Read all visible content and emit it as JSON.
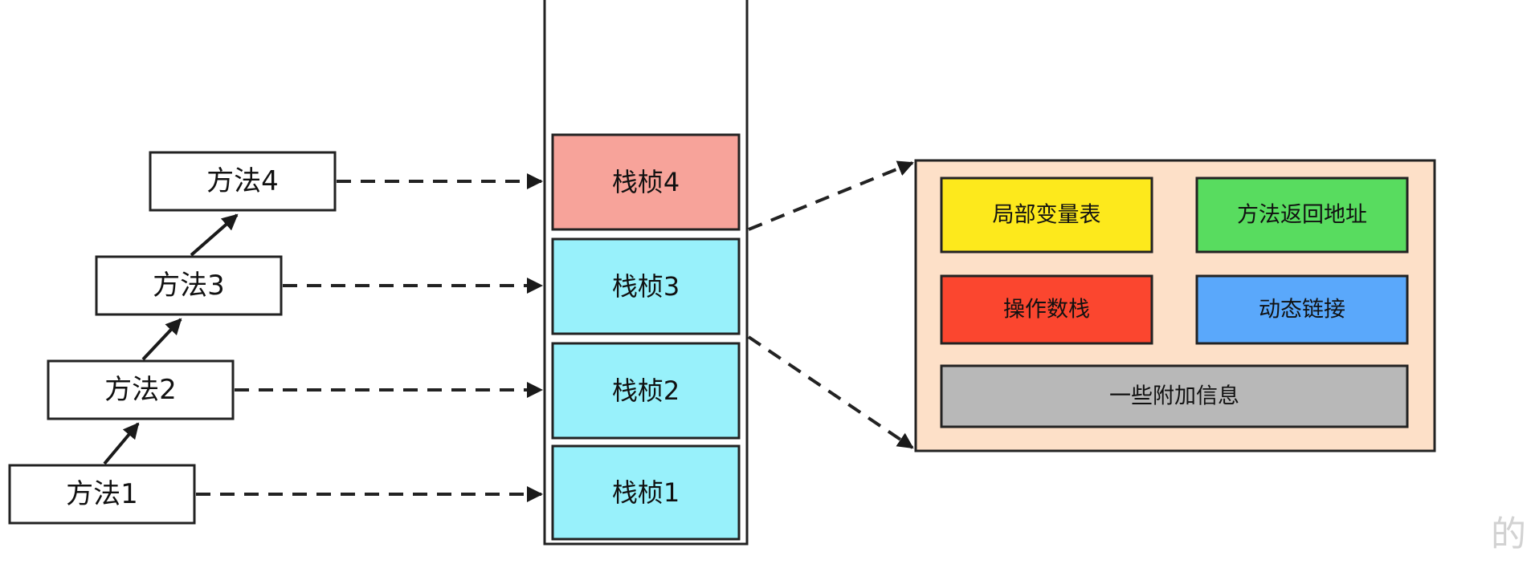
{
  "methods": [
    {
      "label": "方法1"
    },
    {
      "label": "方法2"
    },
    {
      "label": "方法3"
    },
    {
      "label": "方法4"
    }
  ],
  "frames": [
    {
      "label": "栈桢1"
    },
    {
      "label": "栈桢2"
    },
    {
      "label": "栈桢3"
    },
    {
      "label": "栈桢4"
    }
  ],
  "frame_detail": {
    "local_variables": "局部变量表",
    "return_address": "方法返回地址",
    "operand_stack": "操作数栈",
    "dynamic_linking": "动态链接",
    "additional_info": "一些附加信息"
  },
  "colors": {
    "frame_active": "#f7a39a",
    "frame": "#98f1fb",
    "detail_bg": "#fde0c8",
    "local_variables": "#fde91c",
    "return_address": "#58dc5f",
    "operand_stack": "#fb462f",
    "dynamic_linking": "#5aa8fb",
    "additional_info": "#b8b8b8"
  },
  "watermark_text": "的"
}
